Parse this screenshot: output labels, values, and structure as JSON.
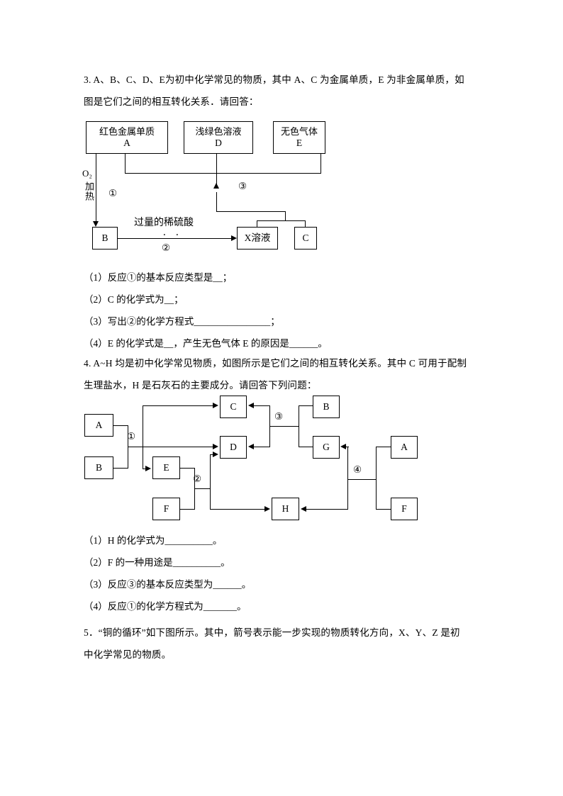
{
  "document": {
    "questions": [
      {
        "id": "q3",
        "stem_line1": "3. A、B、C、D、E为初中化学常见的物质，其中 A、C 为金属单质，E 为非金属单质，如",
        "stem_line2": "图是它们之间的相互转化关系．请回答：",
        "subquestions": [
          "（1）反应①的基本反应类型是__；",
          "（2）C 的化学式为__；",
          "（3）写出②的化学方程式________________；",
          "（4）E 的化学式是__，产生无色气体 E 的原因是______。"
        ]
      },
      {
        "id": "q4",
        "stem_line1": "4. A~H 均是初中化学常见物质，如图所示是它们之间的相互转化关系。其中 C 可用于配制",
        "stem_line2": "生理盐水，H 是石灰石的主要成分。请回答下列问题：",
        "subquestions": [
          "（1）H 的化学式为__________。",
          "（2）F 的一种用途是__________。",
          "（3）反应③的基本反应类型为______。",
          "（4）反应①的化学方程式为_______。"
        ]
      },
      {
        "id": "q5",
        "stem_line1": "5．“铜的循环”如下图所示。其中，箭号表示能一步实现的物质转化方向，X、Y、Z 是初",
        "stem_line2": "中化学常见的物质。"
      }
    ]
  },
  "diagram1": {
    "boxes": {
      "A": {
        "line1": "红色金属单质",
        "line2": "A"
      },
      "D": {
        "line1": "浅绿色溶液",
        "line2": "D"
      },
      "E": {
        "line1": "无色气体",
        "line2": "E"
      },
      "B": {
        "label": "B"
      },
      "X": {
        "label": "X溶液"
      },
      "C": {
        "label": "C"
      }
    },
    "labels": {
      "o2": "O₂",
      "heat": "加热",
      "step1": "①",
      "step2": "②",
      "step3": "③",
      "acid": "过量的稀硫酸",
      "acid_dots": "．．"
    }
  },
  "diagram2": {
    "boxes": {
      "left_A": "A",
      "left_B": "B",
      "E": "E",
      "F": "F",
      "C": "C",
      "D": "D",
      "H": "H",
      "right_B": "B",
      "G": "G",
      "right_A": "A",
      "right_F": "F"
    },
    "labels": {
      "step1": "①",
      "step2": "②",
      "step3": "③",
      "step4": "④"
    }
  }
}
